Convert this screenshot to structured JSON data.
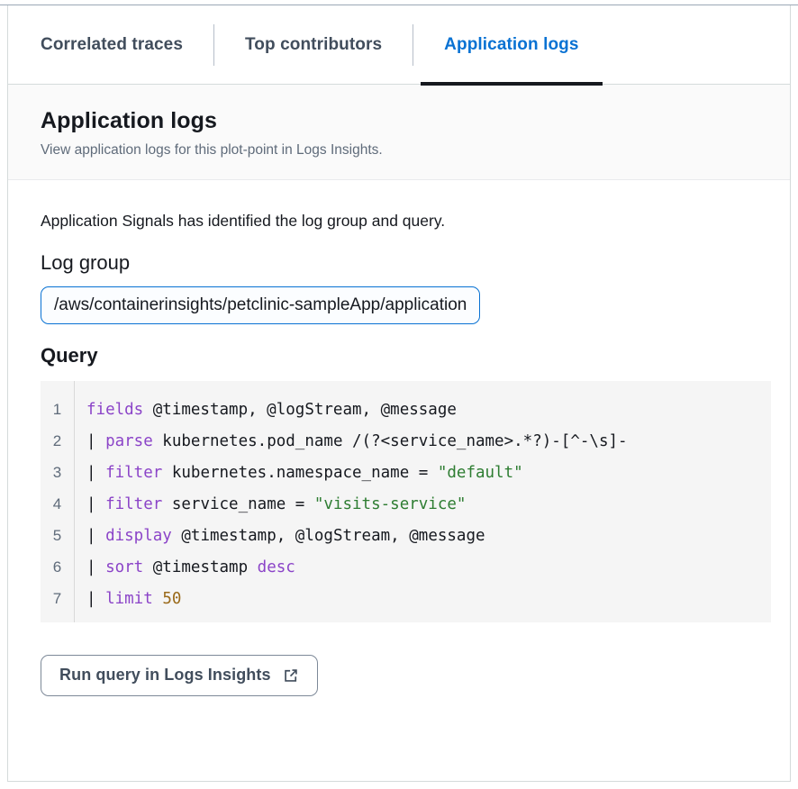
{
  "tabs": [
    {
      "label": "Correlated traces",
      "active": false
    },
    {
      "label": "Top contributors",
      "active": false
    },
    {
      "label": "Application logs",
      "active": true
    }
  ],
  "section": {
    "title": "Application logs",
    "description": "View application logs for this plot-point in Logs Insights."
  },
  "content": {
    "intro": "Application Signals has identified the log group and query.",
    "log_group_label": "Log group",
    "log_group_value": "/aws/containerinsights/petclinic-sampleApp/application",
    "query_label": "Query"
  },
  "query": {
    "lines": [
      {
        "number": "1",
        "tokens": [
          {
            "t": "fields",
            "c": "kw"
          },
          {
            "t": " @timestamp, @logStream, @message",
            "c": "plain"
          }
        ]
      },
      {
        "number": "2",
        "tokens": [
          {
            "t": "| ",
            "c": "pipe"
          },
          {
            "t": "parse",
            "c": "kw"
          },
          {
            "t": " kubernetes.pod_name /(?<service_name>.*?)-[^-\\s]-",
            "c": "plain"
          }
        ]
      },
      {
        "number": "3",
        "tokens": [
          {
            "t": "| ",
            "c": "pipe"
          },
          {
            "t": "filter",
            "c": "kw"
          },
          {
            "t": " kubernetes.namespace_name = ",
            "c": "plain"
          },
          {
            "t": "\"default\"",
            "c": "str"
          }
        ]
      },
      {
        "number": "4",
        "tokens": [
          {
            "t": "| ",
            "c": "pipe"
          },
          {
            "t": "filter",
            "c": "kw"
          },
          {
            "t": " service_name = ",
            "c": "plain"
          },
          {
            "t": "\"visits-service\"",
            "c": "str"
          }
        ]
      },
      {
        "number": "5",
        "tokens": [
          {
            "t": "| ",
            "c": "pipe"
          },
          {
            "t": "display",
            "c": "kw"
          },
          {
            "t": " @timestamp, @logStream, @message",
            "c": "plain"
          }
        ]
      },
      {
        "number": "6",
        "tokens": [
          {
            "t": "| ",
            "c": "pipe"
          },
          {
            "t": "sort",
            "c": "kw"
          },
          {
            "t": " @timestamp ",
            "c": "plain"
          },
          {
            "t": "desc",
            "c": "kw"
          }
        ]
      },
      {
        "number": "7",
        "tokens": [
          {
            "t": "| ",
            "c": "pipe"
          },
          {
            "t": "limit",
            "c": "kw"
          },
          {
            "t": " ",
            "c": "plain"
          },
          {
            "t": "50",
            "c": "num"
          }
        ]
      }
    ]
  },
  "actions": {
    "run_query_label": "Run query in Logs Insights",
    "run_query_icon": "external-link-icon"
  },
  "colors": {
    "accent_blue": "#0972d3",
    "active_underline": "#16191f",
    "keyword_purple": "#8b44c8",
    "string_green": "#2e7d32",
    "number_gold": "#9a6a1a",
    "code_bg": "#f5f5f5",
    "header_bg": "#fafafa"
  }
}
